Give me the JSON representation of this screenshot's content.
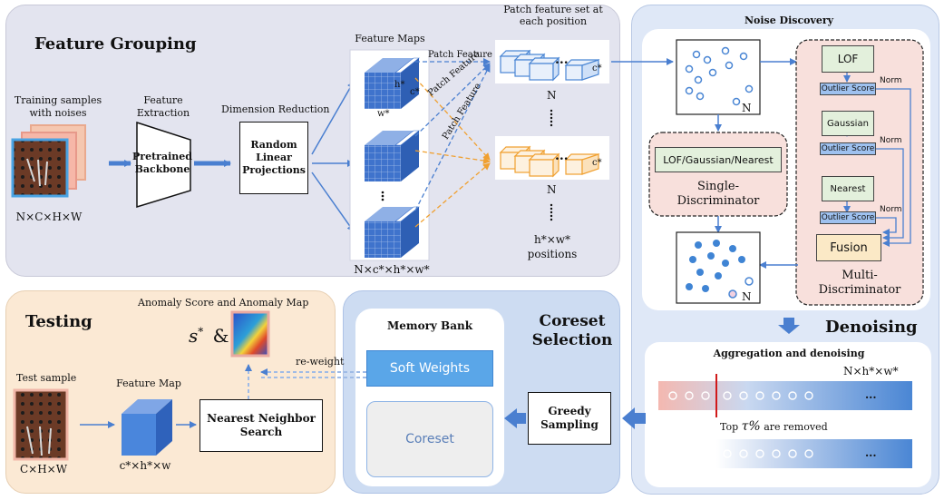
{
  "feature_grouping": {
    "title": "Feature Grouping",
    "training_samples": "Training samples\nwith noises",
    "training_dims": "N×C×H×W",
    "feature_extraction": "Feature\nExtraction",
    "backbone": "Pretrained\nBackbone",
    "dimension_reduction": "Dimension Reduction",
    "projections": "Random\nLinear\nProjections",
    "feature_maps": "Feature Maps",
    "fm_h": "h*",
    "fm_c": "c*",
    "fm_w": "w*",
    "fm_dims": "N×c*×h*×w*",
    "patch_feature_1": "Patch Feature",
    "patch_feature_2": "Patch Feature",
    "patch_feature_3": "Patch Feature",
    "patch_set_title": "Patch feature set at\neach position",
    "c_star_1": "c*",
    "c_star_2": "c*",
    "ellipsis_1": "...",
    "ellipsis_2": "...",
    "n_1": "N",
    "n_2": "N",
    "positions": "h*×w*\npositions"
  },
  "noise_discovery": {
    "title": "Noise Discovery",
    "n_top": "N",
    "single_label": "LOF/Gaussian/Nearest",
    "single_caption": "Single-\nDiscriminator",
    "lof": "LOF",
    "gaussian": "Gaussian",
    "nearest": "Nearest",
    "outlier_1": "Outlier Score",
    "outlier_2": "Outlier Score",
    "outlier_3": "Outlier Score",
    "norm_1": "Norm",
    "norm_2": "Norm",
    "norm_3": "Norm",
    "fusion": "Fusion",
    "multi_caption": "Multi-\nDiscriminator",
    "n_bottom": "N"
  },
  "denoising": {
    "title": "Denoising",
    "aggregation": "Aggregation and denoising",
    "dims": "N×h*×w*",
    "ellipsis_1": "...",
    "ellipsis_2": "...",
    "removed_prefix": "Top ",
    "tau": "τ%",
    "removed_suffix": " are removed"
  },
  "coreset": {
    "title": "Coreset\nSelection",
    "memory_bank": "Memory Bank",
    "soft_weights": "Soft Weights",
    "coreset_label": "Coreset",
    "greedy": "Greedy\nSampling",
    "reweight": "re-weight"
  },
  "testing": {
    "title": "Testing",
    "anomaly_title": "Anomaly Score and Anomaly  Map",
    "score_symbol": "s",
    "score_star": "*",
    "ampersand": "&",
    "test_sample": "Test sample",
    "test_dims": "C×H×W",
    "feature_map": "Feature Map",
    "fm_dims": "c*×h*×w",
    "nn_search": "Nearest Neighbor\nSearch"
  },
  "colors": {
    "grouping_bg": "#e3e4ef",
    "noise_bg": "#dfe8f7",
    "testing_bg": "#fbe9d4",
    "coreset_bg": "#cddcf2",
    "arrow": "#4a7fd0",
    "cube": "#3f73cc",
    "orange": "#f0a030",
    "pink": "#f8e0dc",
    "green": "#e3f0dc"
  }
}
